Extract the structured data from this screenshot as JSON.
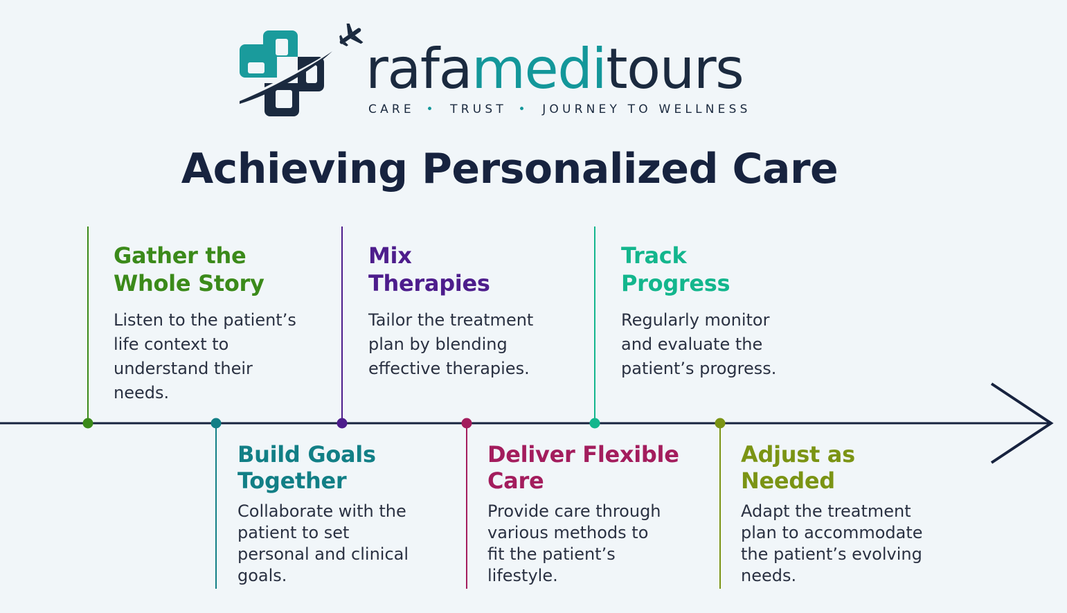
{
  "brand": {
    "name_part_a": "rafa",
    "name_part_b": "medi",
    "name_part_c": "tours",
    "tagline_1": "CARE",
    "tagline_2": "TRUST",
    "tagline_3": "JOURNEY TO WELLNESS",
    "separator": "•",
    "colors": {
      "dark": "#1b2a3f",
      "teal": "#13979a"
    }
  },
  "page": {
    "title": "Achieving Personalized Care"
  },
  "timeline": {
    "line_color": "#17233f",
    "steps": [
      {
        "title_1": "Gather the",
        "title_2": "Whole Story",
        "description_1": "Listen to the patient’s",
        "description_2": "life context to",
        "description_3": "understand their",
        "description_4": "needs.",
        "color": "#3b8a1a",
        "position": "above"
      },
      {
        "title_1": "Build Goals",
        "title_2": "Together",
        "description_1": "Collaborate with the",
        "description_2": "patient to set",
        "description_3": "personal and clinical",
        "description_4": "goals.",
        "color": "#127f86",
        "position": "below"
      },
      {
        "title_1": "Mix",
        "title_2": "Therapies",
        "description_1": "Tailor the treatment",
        "description_2": "plan by blending",
        "description_3": "effective therapies.",
        "description_4": "",
        "color": "#4d1d8c",
        "position": "above"
      },
      {
        "title_1": "Deliver Flexible",
        "title_2": "Care",
        "description_1": "Provide care through",
        "description_2": "various methods to",
        "description_3": "fit the patient’s",
        "description_4": "lifestyle.",
        "color": "#a31d5d",
        "position": "below"
      },
      {
        "title_1": "Track",
        "title_2": "Progress",
        "description_1": "Regularly monitor",
        "description_2": "and evaluate the",
        "description_3": "patient’s progress.",
        "description_4": "",
        "color": "#13b68d",
        "position": "above"
      },
      {
        "title_1": "Adjust as",
        "title_2": "Needed",
        "description_1": "Adapt the treatment",
        "description_2": "plan to accommodate",
        "description_3": "the patient’s evolving",
        "description_4": "needs.",
        "color": "#7b9414",
        "position": "below"
      }
    ]
  },
  "icons": {
    "logo": "medical-cross-airplane-icon",
    "arrow": "arrow-head-icon"
  }
}
